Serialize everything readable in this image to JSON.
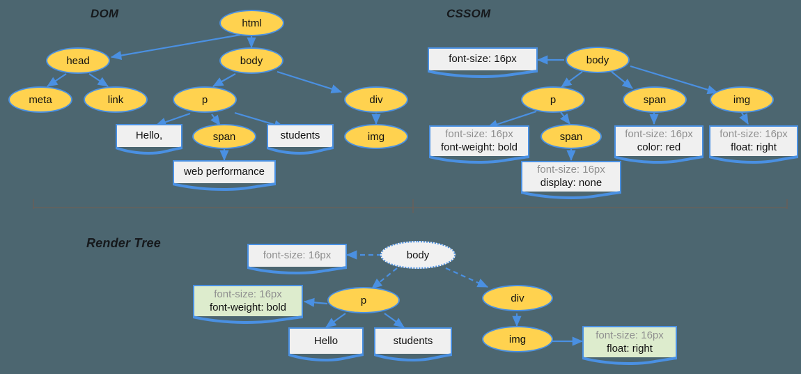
{
  "diagram": {
    "background_color": "#4c6670",
    "node_fill": "#ffd24f",
    "node_stroke": "#4a90e2",
    "note_fill": "#f0f0f0",
    "note_fill_active": "#ddeccd",
    "muted_text_color": "#8f8f8f",
    "text_color": "#111111"
  },
  "sections": {
    "dom": {
      "title": "DOM"
    },
    "cssom": {
      "title": "CSSOM"
    },
    "render_tree": {
      "title": "Render Tree"
    }
  },
  "dom": {
    "nodes": [
      {
        "id": "html",
        "label": "html"
      },
      {
        "id": "head",
        "label": "head"
      },
      {
        "id": "body",
        "label": "body"
      },
      {
        "id": "meta",
        "label": "meta"
      },
      {
        "id": "link",
        "label": "link"
      },
      {
        "id": "p",
        "label": "p"
      },
      {
        "id": "div",
        "label": "div"
      },
      {
        "id": "span",
        "label": "span"
      },
      {
        "id": "img",
        "label": "img"
      }
    ],
    "text_nodes": [
      {
        "id": "hello",
        "label": "Hello,"
      },
      {
        "id": "students",
        "label": "students"
      },
      {
        "id": "webperf",
        "label": "web performance"
      }
    ],
    "edges": [
      [
        "html",
        "head"
      ],
      [
        "html",
        "body"
      ],
      [
        "head",
        "meta"
      ],
      [
        "head",
        "link"
      ],
      [
        "body",
        "p"
      ],
      [
        "body",
        "div"
      ],
      [
        "p",
        "hello"
      ],
      [
        "p",
        "span"
      ],
      [
        "p",
        "students"
      ],
      [
        "span",
        "webperf"
      ],
      [
        "div",
        "img"
      ]
    ]
  },
  "cssom": {
    "nodes": [
      {
        "id": "body",
        "label": "body"
      },
      {
        "id": "p",
        "label": "p"
      },
      {
        "id": "span1",
        "label": "span"
      },
      {
        "id": "span2",
        "label": "span"
      },
      {
        "id": "img",
        "label": "img"
      }
    ],
    "rule_boxes": [
      {
        "id": "body-rules",
        "lines": [
          {
            "text": "font-size: 16px",
            "muted": false
          }
        ]
      },
      {
        "id": "p-rules",
        "lines": [
          {
            "text": "font-size: 16px",
            "muted": true
          },
          {
            "text": "font-weight: bold",
            "muted": false
          }
        ]
      },
      {
        "id": "span1-rules",
        "lines": [
          {
            "text": "font-size: 16px",
            "muted": true
          },
          {
            "text": "display: none",
            "muted": false
          }
        ]
      },
      {
        "id": "span2-rules",
        "lines": [
          {
            "text": "font-size: 16px",
            "muted": true
          },
          {
            "text": "color: red",
            "muted": false
          }
        ]
      },
      {
        "id": "img-rules",
        "lines": [
          {
            "text": "font-size: 16px",
            "muted": true
          },
          {
            "text": "float: right",
            "muted": false
          }
        ]
      }
    ],
    "edges": [
      [
        "body",
        "body-rules"
      ],
      [
        "body",
        "p"
      ],
      [
        "body",
        "span2"
      ],
      [
        "body",
        "img"
      ],
      [
        "p",
        "p-rules"
      ],
      [
        "p",
        "span1"
      ],
      [
        "span1",
        "span1-rules"
      ],
      [
        "span2",
        "span2-rules"
      ],
      [
        "img",
        "img-rules"
      ]
    ]
  },
  "render_tree": {
    "nodes": [
      {
        "id": "body",
        "label": "body",
        "style": "ghost"
      },
      {
        "id": "p",
        "label": "p",
        "style": "element"
      },
      {
        "id": "div",
        "label": "div",
        "style": "element"
      },
      {
        "id": "img",
        "label": "img",
        "style": "element"
      }
    ],
    "text_nodes": [
      {
        "id": "hello",
        "label": "Hello"
      },
      {
        "id": "students",
        "label": "students"
      }
    ],
    "rule_boxes": [
      {
        "id": "body-rules",
        "green": false,
        "lines": [
          {
            "text": "font-size: 16px",
            "muted": true
          }
        ]
      },
      {
        "id": "p-rules",
        "green": true,
        "lines": [
          {
            "text": "font-size: 16px",
            "muted": true
          },
          {
            "text": "font-weight: bold",
            "muted": false
          }
        ]
      },
      {
        "id": "img-rules",
        "green": true,
        "lines": [
          {
            "text": "font-size: 16px",
            "muted": true
          },
          {
            "text": "float: right",
            "muted": false
          }
        ]
      }
    ],
    "edges": [
      [
        "body",
        "body-rules"
      ],
      [
        "body",
        "p"
      ],
      [
        "body",
        "div"
      ],
      [
        "p",
        "p-rules"
      ],
      [
        "p",
        "hello"
      ],
      [
        "p",
        "students"
      ],
      [
        "div",
        "img"
      ],
      [
        "img",
        "img-rules"
      ]
    ]
  },
  "divider": {
    "label": ""
  }
}
